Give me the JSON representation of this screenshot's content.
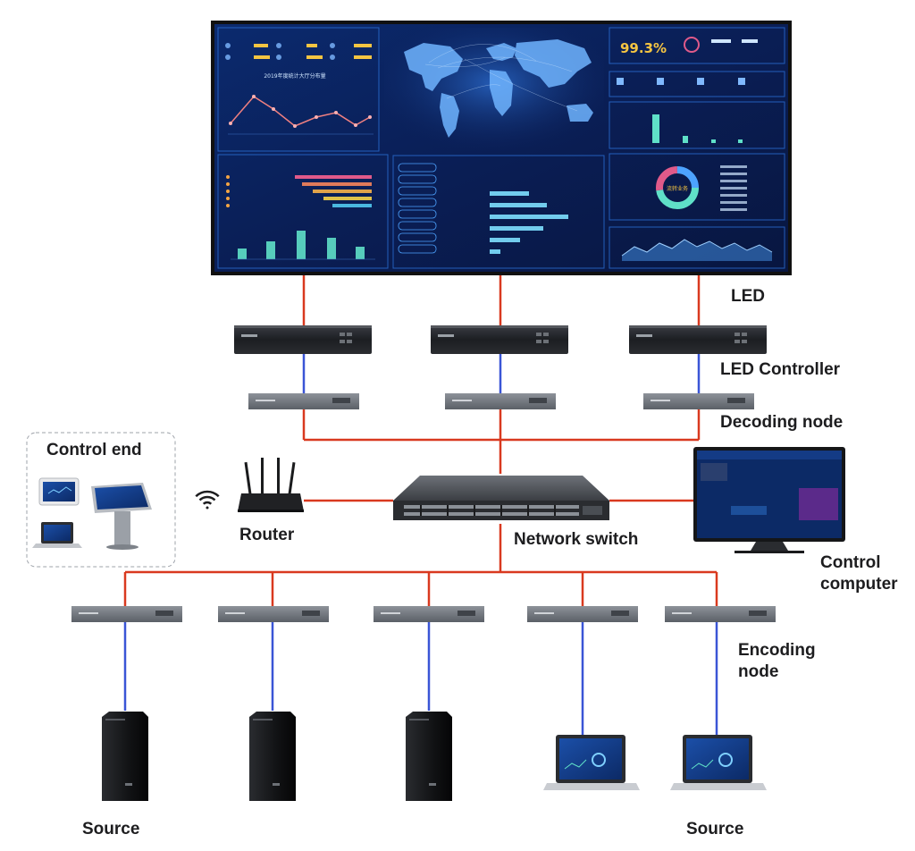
{
  "labels": {
    "led": "LED",
    "led_controller": "LED Controller",
    "decoding_node": "Decoding node",
    "control_end": "Control end",
    "router": "Router",
    "network_switch": "Network switch",
    "control_computer": "Control computer",
    "encoding_node": "Encoding node",
    "source_left": "Source",
    "source_right": "Source"
  },
  "led_screen": {
    "kpi_percent": "99.3%",
    "line_chart_title": "2019年度统计大厅分布量",
    "donut_center_label": "流转业务"
  },
  "colors": {
    "network_link": "#d9391f",
    "video_link": "#3a55d6",
    "screen_background": "#0a1f56",
    "label_text": "#1d1d1f"
  },
  "icons": [
    "wifi-icon",
    "router-icon",
    "switch-icon",
    "server-icon",
    "tower-pc-icon",
    "laptop-icon",
    "tablet-icon",
    "kiosk-icon",
    "monitor-icon"
  ]
}
